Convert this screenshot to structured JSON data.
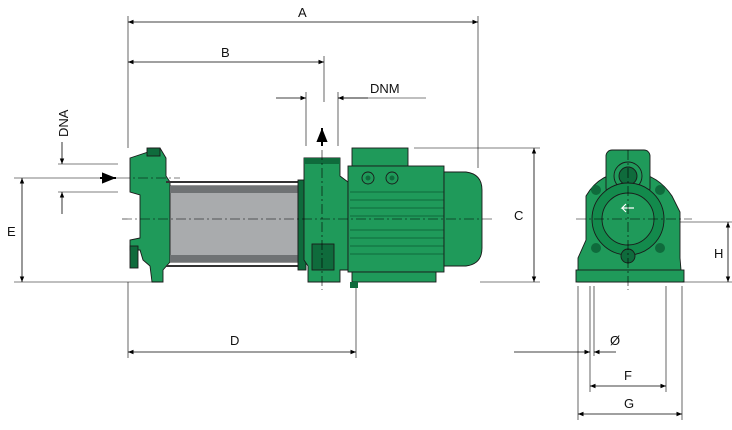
{
  "labels": {
    "A": "A",
    "B": "B",
    "C": "C",
    "D": "D",
    "E": "E",
    "F": "F",
    "G": "G",
    "H": "H",
    "DNA": "DNA",
    "DNM": "DNM",
    "phi": "Ø"
  },
  "colors": {
    "pump_green": "#1f9a5a",
    "pump_dark": "#0f6b3c",
    "steel_gray": "#a9abad",
    "steel_dark": "#6f7274"
  }
}
